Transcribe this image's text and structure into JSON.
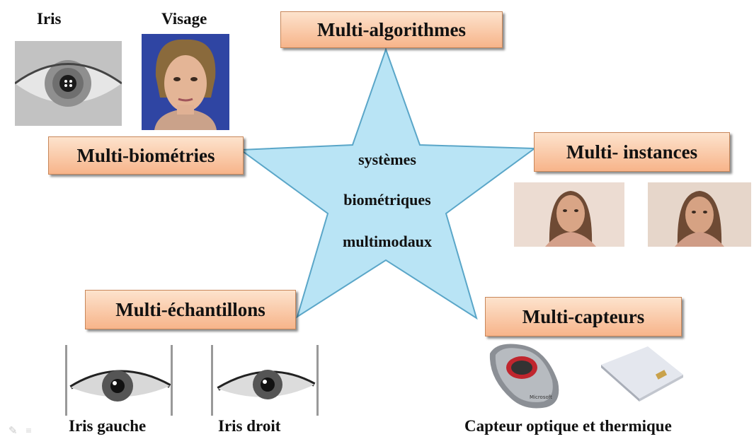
{
  "center": {
    "line1": "systèmes",
    "line2": "biométriques",
    "line3": "multimodaux"
  },
  "boxes": {
    "algorithmes": "Multi-algorithmes",
    "biometries": "Multi-biométries",
    "instances": "Multi- instances",
    "echantillons": "Multi-échantillons",
    "capteurs": "Multi-capteurs"
  },
  "captions": {
    "iris": "Iris",
    "visage": "Visage",
    "iris_gauche": "Iris gauche",
    "iris_droit": "Iris droit",
    "capteur": "Capteur optique et thermique"
  },
  "sensor_brand": "Microsoft",
  "colors": {
    "star_fill": "#b9e4f5",
    "star_stroke": "#5aa6c8",
    "box_fill_top": "#fde3cd",
    "box_fill_bottom": "#f7b48a"
  }
}
